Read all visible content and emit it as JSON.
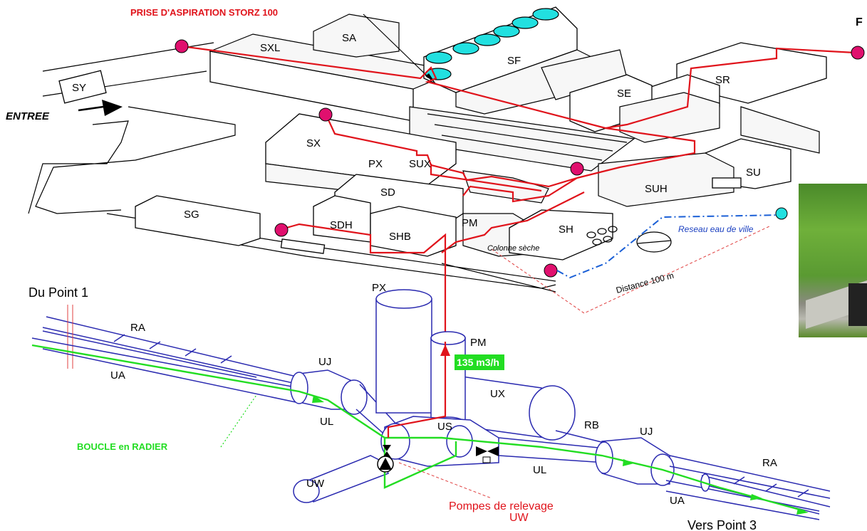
{
  "header": {
    "storz_label": "PRISE D'ASPIRATION  STORZ  100",
    "right_edge_char": "F"
  },
  "site": {
    "entree": "ENTREE",
    "buildings": {
      "sy": "SY",
      "sa": "SA",
      "sxl": "SXL",
      "sf": "SF",
      "se": "SE",
      "sr": "SR",
      "sx": "SX",
      "px": "PX",
      "sux": "SUX",
      "su": "SU",
      "suh": "SUH",
      "sd": "SD",
      "sg": "SG",
      "sdh": "SDH",
      "shb": "SHB",
      "pm": "PM",
      "sh": "SH"
    },
    "colonne": "Colonne sèche",
    "reseau": "Reseau  eau de ville",
    "distance": "Distance  100 m"
  },
  "tunnel": {
    "du_point": "Du Point 1",
    "vers_point": "Vers  Point 3",
    "ra_left": "RA",
    "ua_left": "UA",
    "uj_left": "UJ",
    "ul_left": "UL",
    "px": "PX",
    "pm": "PM",
    "flow": "135 m3/h",
    "ux": "UX",
    "us": "US",
    "rb": "RB",
    "uj_right": "UJ",
    "ra_right": "RA",
    "ul_right": "UL",
    "ua_right": "UA",
    "uw": "UW",
    "boucle": "BOUCLE en  RADIER",
    "pompes": "Pompes de relevage",
    "pompes_uw": "UW"
  },
  "colors": {
    "fire_line": "#e0131b",
    "hydrant": "#e0106e",
    "tank": "#22e0e0",
    "tunnel": "#2a2ab0",
    "loop": "#22dd22",
    "city_water": "#1a5fd6"
  },
  "icons": {
    "entree_arrow": "arrow-right-icon",
    "pump": "pump-icon",
    "valve": "valve-icon",
    "flow_arrow": "arrow-up-icon"
  }
}
